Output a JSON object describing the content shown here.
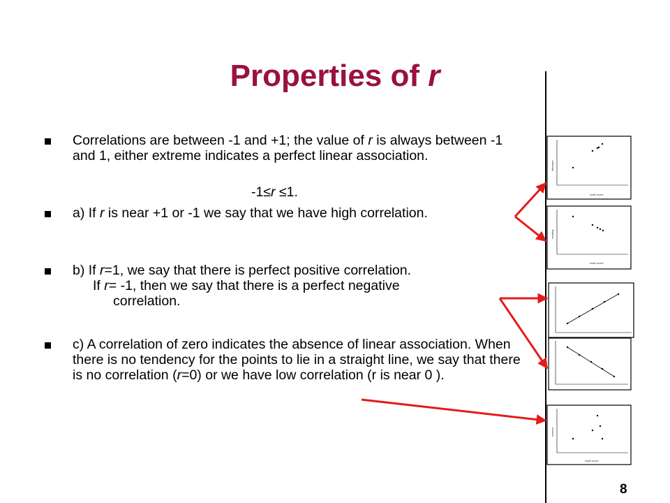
{
  "slide": {
    "title_main": "Properties of ",
    "title_var": "r",
    "page_number": "8"
  },
  "bullets": {
    "b1": {
      "t1": "Correlations are between -1 and +1; the value of ",
      "var": "r",
      "t2": " is always between -1 and 1, either extreme indicates a perfect linear association."
    },
    "formula": {
      "left": "-1",
      "op1": "≤",
      "var": "r",
      "op2": "≤",
      "right": "1."
    },
    "b2": {
      "t1": "a) If ",
      "var": "r",
      "t2": " is near +1 or -1 we say that we have high correlation."
    },
    "b3": {
      "l1a": "b) If ",
      "l1var": "r",
      "l1b": "=1, we say that there is perfect positive correlation.",
      "l2a": "If ",
      "l2var": "r",
      "l2b": "= -1, then we say that there is a perfect negative",
      "l3": "correlation."
    },
    "b4": {
      "t1": "c) A correlation of zero indicates the absence of linear association. When there is no tendency for the points to lie in a straight line, we say that there is no correlation (",
      "var": "r",
      "t2": "=0) or we have low correlation  (r is near 0 )."
    }
  },
  "thumbnails": {
    "xlabel": "math score",
    "ylabel_1": "literature",
    "ylabel_2": "reading",
    "ylabel_5": "science"
  },
  "colors": {
    "title": "#99113f",
    "arrow": "#e31b1b"
  }
}
